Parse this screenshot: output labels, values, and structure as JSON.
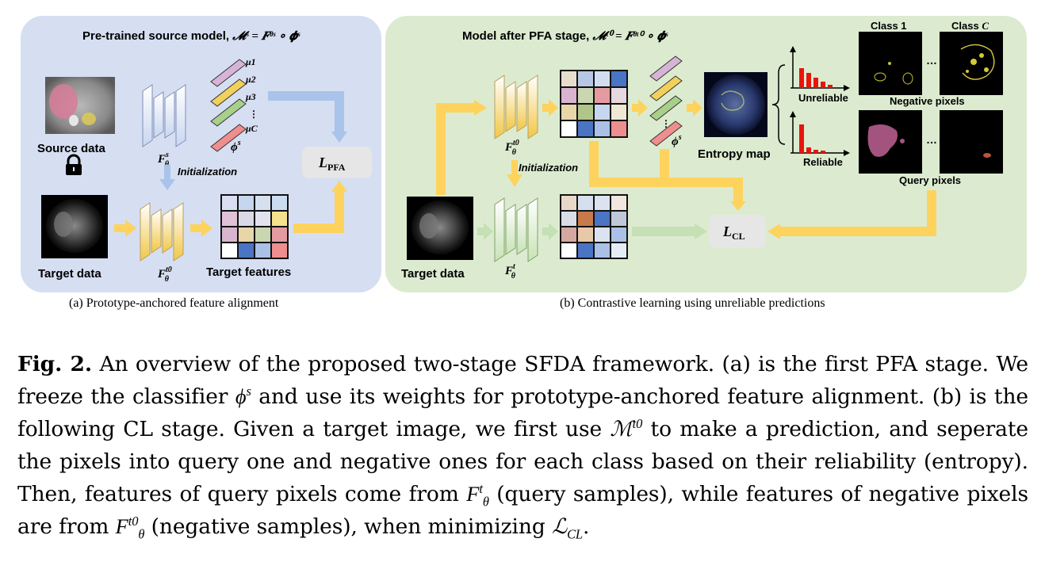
{
  "colors": {
    "panel_a_bg": "#d6def2",
    "panel_b_bg": "#dcebd0",
    "arrow_orange": "#fdd35d",
    "arrow_blue": "#a9c3ea",
    "arrow_green": "#c5e0b4",
    "bar_red": "#e8150c",
    "loss_box": "#e6e6e6"
  },
  "panel_a": {
    "title": "Pre-trained source model, ",
    "title_math": "𝓜ˢ = 𝑭ᶿˢ ∘ 𝝓ˢ",
    "source_label": "Source data",
    "lock_icon": "lock-icon",
    "encoder_label": "F",
    "encoder_sup": "s",
    "encoder_sub": "θ",
    "prototypes": [
      "μ1",
      "μ2",
      "μ3",
      "μC"
    ],
    "classifier_label": "ϕ",
    "classifier_sup": "s",
    "init_label": "Initialization",
    "loss_label": "L",
    "loss_sub": "PFA",
    "target_label": "Target data",
    "target_encoder_sup": "t0",
    "features_label": "Target features",
    "caption": "(a) Prototype-anchored feature alignment"
  },
  "panel_b": {
    "title": "Model after PFA stage, ",
    "title_math": "𝓜ᵗ⁰ = 𝑭ᶿᵗ⁰ ∘ 𝝓ˢ",
    "encoder_sup": "t0",
    "classifier_sup": "s",
    "init_label": "Initialization",
    "entropy_label": "Entropy map",
    "unreliable_label": "Unreliable",
    "reliable_label": "Reliable",
    "class1_label": "Class 1",
    "classC_label": "Class C",
    "negative_label": "Negative pixels",
    "query_label": "Query pixels",
    "ellipsis": "…",
    "loss_label": "L",
    "loss_sub": "CL",
    "target_label": "Target data",
    "student_sup": "t",
    "caption": "(b) Contrastive learning using unreliable predictions"
  },
  "figure_caption": {
    "prefix": "Fig. 2.",
    "text1": " An overview of the proposed two-stage SFDA framework. (a) is the first PFA stage. We freeze the classifier ",
    "phi": "ϕ",
    "phi_sup": "s",
    "text2": " and use its weights for prototype-anchored feature alignment. (b) is the following CL stage. Given a target image, we first use ",
    "M": "ℳ",
    "M_sup": "t0",
    "text3": " to make a prediction, and seperate the pixels into query one and negative ones for each class based on their reliability (entropy). Then, features of query pixels come from ",
    "F": "F",
    "F1_sup": "t",
    "F_sub": "θ",
    "text4": " (query samples), while features of negative pixels are from ",
    "F2_sup": "t0",
    "text5": " (negative samples), when minimizing ",
    "L": "ℒ",
    "L_sub": "CL",
    "text6": "."
  }
}
